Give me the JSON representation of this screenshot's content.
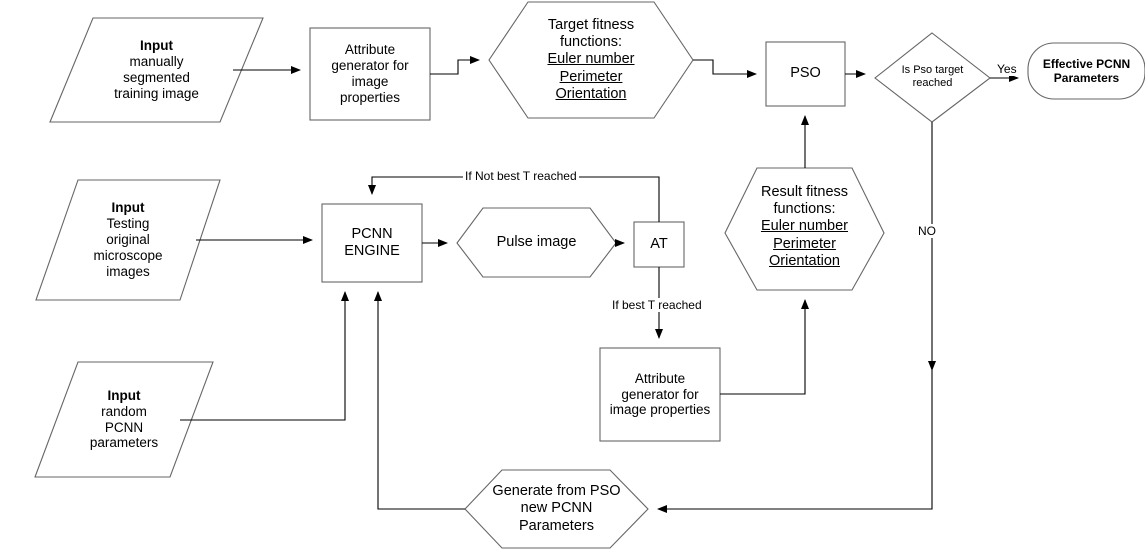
{
  "diagram": {
    "title": "PCNN-PSO parameter optimization flowchart",
    "stroke_color": "#555555",
    "text_color": "#000000",
    "background": "#ffffff"
  },
  "nodes": {
    "input_training": {
      "shape": "parallelogram",
      "lines": [
        "Input",
        "manually",
        "segmented",
        "training  image"
      ]
    },
    "attribute_generator_top": {
      "shape": "rectangle",
      "lines": [
        "Attribute",
        "generator for",
        "image",
        "properties"
      ]
    },
    "target_fitness": {
      "shape": "hexagon",
      "lines": [
        "Target fitness",
        "functions:",
        "Euler number",
        "Perimeter",
        "Orientation"
      ],
      "underlined_from": 2
    },
    "pso": {
      "shape": "rectangle",
      "lines": [
        "PSO"
      ]
    },
    "decision": {
      "shape": "diamond",
      "lines": [
        "Is Pso target",
        "reached"
      ]
    },
    "effective_params": {
      "shape": "rounded-rectangle",
      "lines": [
        "Effective PCNN",
        "Parameters"
      ]
    },
    "input_testing": {
      "shape": "parallelogram",
      "lines": [
        "Input",
        "Testing",
        "original",
        "microscope",
        "images"
      ]
    },
    "pcnn_engine": {
      "shape": "rectangle",
      "lines": [
        "PCNN",
        "ENGINE"
      ]
    },
    "pulse_image": {
      "shape": "hexagon",
      "lines": [
        "Pulse image"
      ]
    },
    "at": {
      "shape": "rectangle",
      "lines": [
        "AT"
      ]
    },
    "result_fitness": {
      "shape": "hexagon",
      "lines": [
        "Result fitness",
        "functions:",
        "Euler number",
        "Perimeter",
        "Orientation"
      ],
      "underlined_from": 2
    },
    "input_random": {
      "shape": "parallelogram",
      "lines": [
        "Input",
        "random",
        "PCNN",
        "parameters"
      ]
    },
    "attribute_generator_bottom": {
      "shape": "rectangle",
      "lines": [
        "Attribute",
        "generator for",
        "image properties"
      ]
    },
    "generate_pso": {
      "shape": "hexagon",
      "lines": [
        "Generate from PSO",
        "new PCNN",
        "Parameters"
      ]
    }
  },
  "edge_labels": {
    "yes": "Yes",
    "no": "NO",
    "if_not_best": "If Not best T reached",
    "if_best": "If best T reached"
  }
}
